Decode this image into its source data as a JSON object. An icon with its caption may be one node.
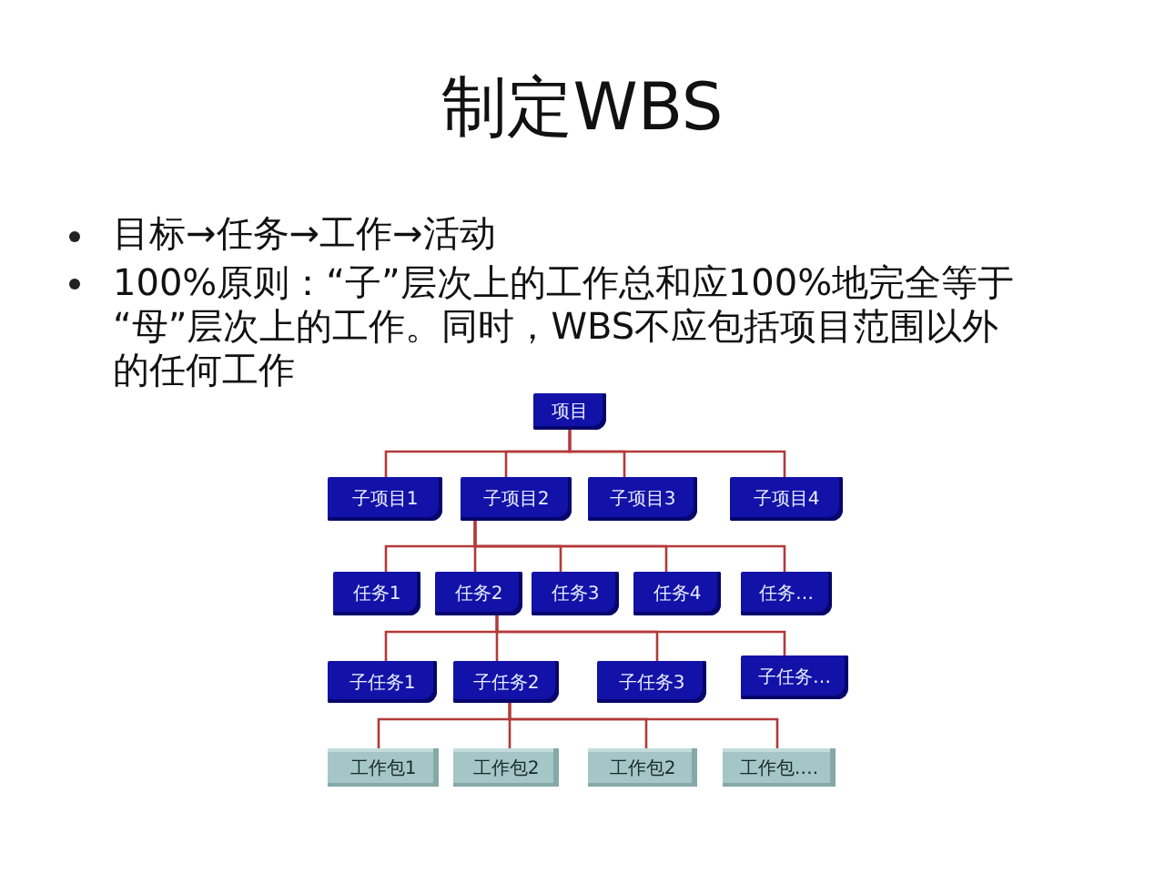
{
  "diagram": {
    "title": "制定WBS",
    "nodes": [
      {
        "text": [
          "项目"
        ]
      },
      {
        "text": [
          "子项目1"
        ]
      },
      {
        "text": [
          "子项目2"
        ]
      },
      {
        "text": [
          "子项目3"
        ]
      },
      {
        "text": [
          "子项目4"
        ]
      },
      {
        "text": [
          "任务1"
        ]
      },
      {
        "text": [
          "任务2"
        ]
      },
      {
        "text": [
          "任务3"
        ]
      },
      {
        "text": [
          "任务4"
        ]
      },
      {
        "text": [
          "任务…"
        ]
      },
      {
        "text": [
          "子任务1"
        ]
      },
      {
        "text": [
          "子任务2"
        ]
      },
      {
        "text": [
          "子任务3"
        ]
      },
      {
        "text": [
          "子任务…"
        ]
      },
      {
        "text": [
          "工作包1"
        ]
      },
      {
        "text": [
          "工作包2"
        ]
      },
      {
        "text": [
          "工作包2"
        ]
      },
      {
        "text": [
          "工作包…."
        ]
      }
    ],
    "edges": [
      {
        "from": 0,
        "to": 1,
        "arrow": "none"
      },
      {
        "from": 0,
        "to": 2,
        "arrow": "none"
      },
      {
        "from": 0,
        "to": 3,
        "arrow": "none"
      },
      {
        "from": 0,
        "to": 4,
        "arrow": "none"
      },
      {
        "from": 2,
        "to": 5,
        "arrow": "none"
      },
      {
        "from": 2,
        "to": 6,
        "arrow": "none"
      },
      {
        "from": 2,
        "to": 7,
        "arrow": "none"
      },
      {
        "from": 2,
        "to": 8,
        "arrow": "none"
      },
      {
        "from": 2,
        "to": 9,
        "arrow": "none"
      },
      {
        "from": 6,
        "to": 10,
        "arrow": "none"
      },
      {
        "from": 6,
        "to": 11,
        "arrow": "none"
      },
      {
        "from": 6,
        "to": 12,
        "arrow": "none"
      },
      {
        "from": 6,
        "to": 13,
        "arrow": "none"
      },
      {
        "from": 11,
        "to": 14,
        "arrow": "none"
      },
      {
        "from": 11,
        "to": 15,
        "arrow": "none"
      },
      {
        "from": 11,
        "to": 16,
        "arrow": "none"
      },
      {
        "from": 11,
        "to": 17,
        "arrow": "none"
      }
    ],
    "labels": [
      "目标→任务→工作→活动",
      "100%原则：“子”层次上的工作总和应100%地完全等于“母”层次上的工作。同时，WBS不应包括项目范围以外的任何工作"
    ]
  }
}
